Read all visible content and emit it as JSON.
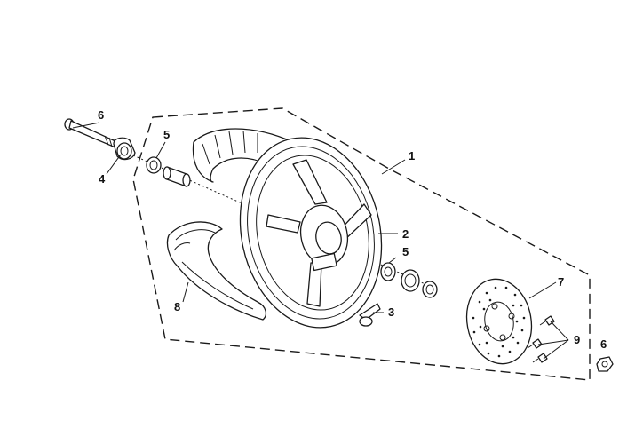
{
  "diagram": {
    "callouts": [
      {
        "id": "callout-6-axle-bolt",
        "text": "6"
      },
      {
        "id": "callout-4-speedo-gear",
        "text": "4"
      },
      {
        "id": "callout-5-left-bearing",
        "text": "5"
      },
      {
        "id": "callout-1-wheel-assembly",
        "text": "1"
      },
      {
        "id": "callout-2-rim",
        "text": "2"
      },
      {
        "id": "callout-5-right-bearing",
        "text": "5"
      },
      {
        "id": "callout-8-tire",
        "text": "8"
      },
      {
        "id": "callout-3-valve",
        "text": "3"
      },
      {
        "id": "callout-7-brake-disc",
        "text": "7"
      },
      {
        "id": "callout-9-disc-bolts",
        "text": "9"
      },
      {
        "id": "callout-6-axle-nut",
        "text": "6"
      }
    ]
  }
}
